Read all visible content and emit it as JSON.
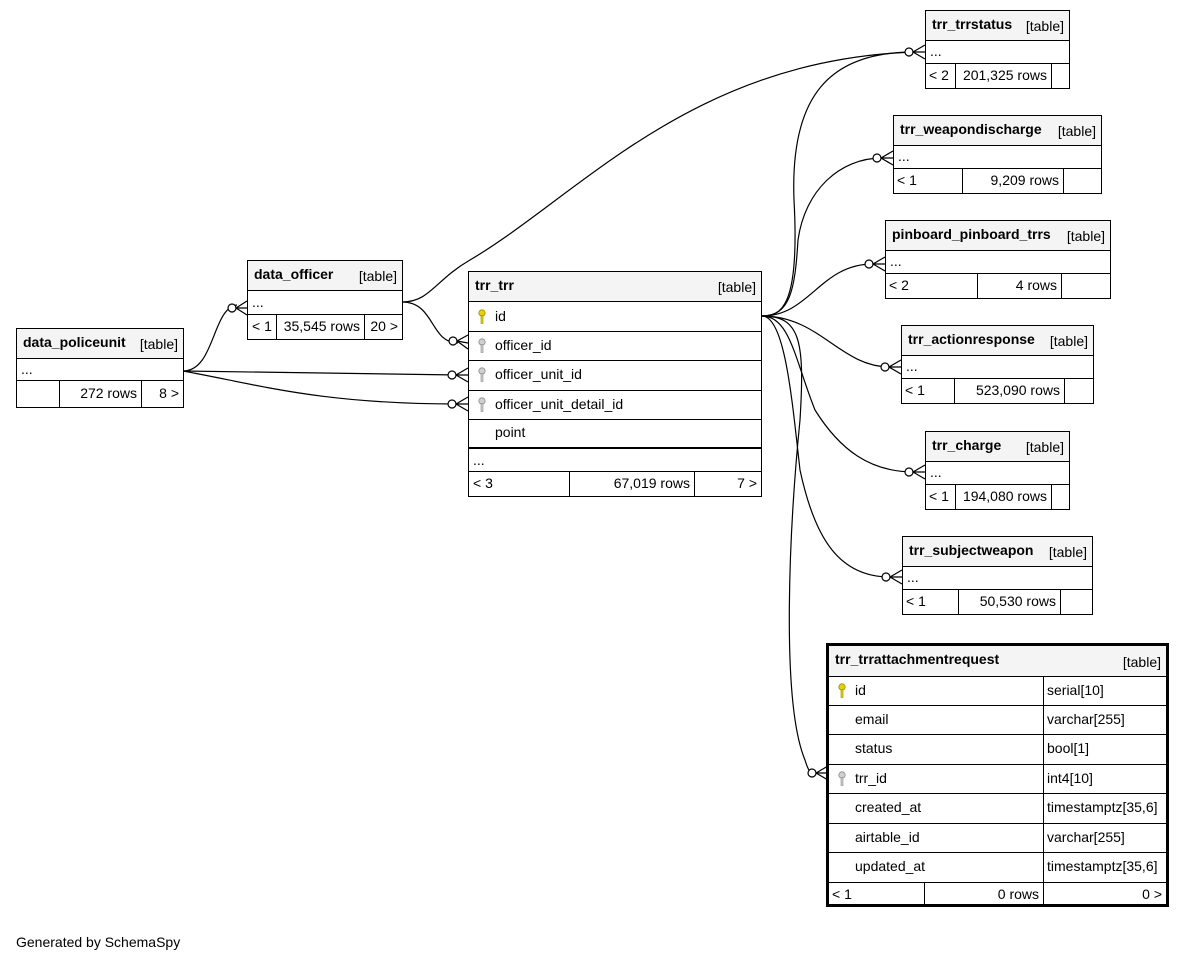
{
  "generated_by": "Generated by SchemaSpy",
  "tables": {
    "data_policeunit": {
      "name": "data_policeunit",
      "type": "[table]",
      "ellipsis": "...",
      "parents": "",
      "rows": "272 rows",
      "children": "8 >"
    },
    "data_officer": {
      "name": "data_officer",
      "type": "[table]",
      "ellipsis": "...",
      "parents": "< 1",
      "rows": "35,545 rows",
      "children": "20 >"
    },
    "trr_trr": {
      "name": "trr_trr",
      "type": "[table]",
      "columns": [
        {
          "name": "id",
          "key": "primary"
        },
        {
          "name": "officer_id",
          "key": "foreign"
        },
        {
          "name": "officer_unit_id",
          "key": "foreign"
        },
        {
          "name": "officer_unit_detail_id",
          "key": "foreign"
        },
        {
          "name": "point",
          "key": "none"
        }
      ],
      "ellipsis": "...",
      "parents": "< 3",
      "rows": "67,019 rows",
      "children": "7 >"
    },
    "trr_trrstatus": {
      "name": "trr_trrstatus",
      "type": "[table]",
      "ellipsis": "...",
      "parents": "< 2",
      "rows": "201,325 rows",
      "children": ""
    },
    "trr_weapondischarge": {
      "name": "trr_weapondischarge",
      "type": "[table]",
      "ellipsis": "...",
      "parents": "< 1",
      "rows": "9,209 rows",
      "children": ""
    },
    "pinboard_pinboard_trrs": {
      "name": "pinboard_pinboard_trrs",
      "type": "[table]",
      "ellipsis": "...",
      "parents": "< 2",
      "rows": "4 rows",
      "children": ""
    },
    "trr_actionresponse": {
      "name": "trr_actionresponse",
      "type": "[table]",
      "ellipsis": "...",
      "parents": "< 1",
      "rows": "523,090 rows",
      "children": ""
    },
    "trr_charge": {
      "name": "trr_charge",
      "type": "[table]",
      "ellipsis": "...",
      "parents": "< 1",
      "rows": "194,080 rows",
      "children": ""
    },
    "trr_subjectweapon": {
      "name": "trr_subjectweapon",
      "type": "[table]",
      "ellipsis": "...",
      "parents": "< 1",
      "rows": "50,530 rows",
      "children": ""
    },
    "trr_trrattachmentrequest": {
      "name": "trr_trrattachmentrequest",
      "type": "[table]",
      "columns": [
        {
          "name": "id",
          "datatype": "serial[10]",
          "key": "primary"
        },
        {
          "name": "email",
          "datatype": "varchar[255]",
          "key": "none"
        },
        {
          "name": "status",
          "datatype": "bool[1]",
          "key": "none"
        },
        {
          "name": "trr_id",
          "datatype": "int4[10]",
          "key": "foreign"
        },
        {
          "name": "created_at",
          "datatype": "timestamptz[35,6]",
          "key": "none"
        },
        {
          "name": "airtable_id",
          "datatype": "varchar[255]",
          "key": "none"
        },
        {
          "name": "updated_at",
          "datatype": "timestamptz[35,6]",
          "key": "none"
        }
      ],
      "parents": "< 1",
      "rows": "0 rows",
      "children": "0 >"
    }
  },
  "colors": {
    "primary_key": "#e6d200",
    "foreign_key": "#a9a9a9",
    "header_bg": "#f4f4f4",
    "line": "#000000"
  }
}
